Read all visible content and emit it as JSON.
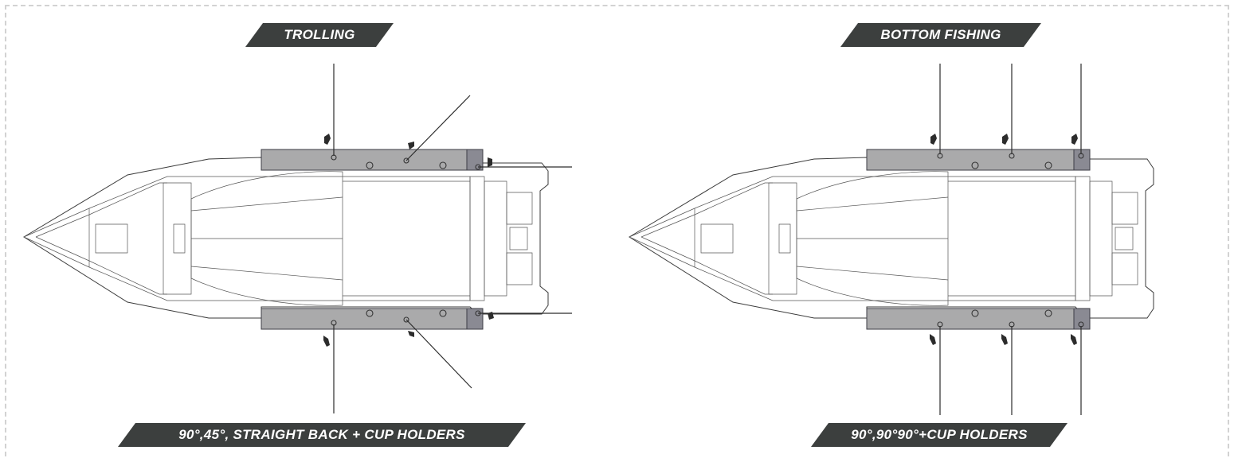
{
  "panels": [
    {
      "title": "TROLLING",
      "caption": "90°,45°, STRAIGHT BACK + CUP HOLDERS"
    },
    {
      "title": "BOTTOM FISHING",
      "caption": "90°,90°90°+CUP HOLDERS"
    }
  ],
  "colors": {
    "label_bg": "#3c3f3e",
    "label_text": "#ffffff",
    "rail_fill": "#aaaaab",
    "frame_border": "#d2d2d2"
  }
}
